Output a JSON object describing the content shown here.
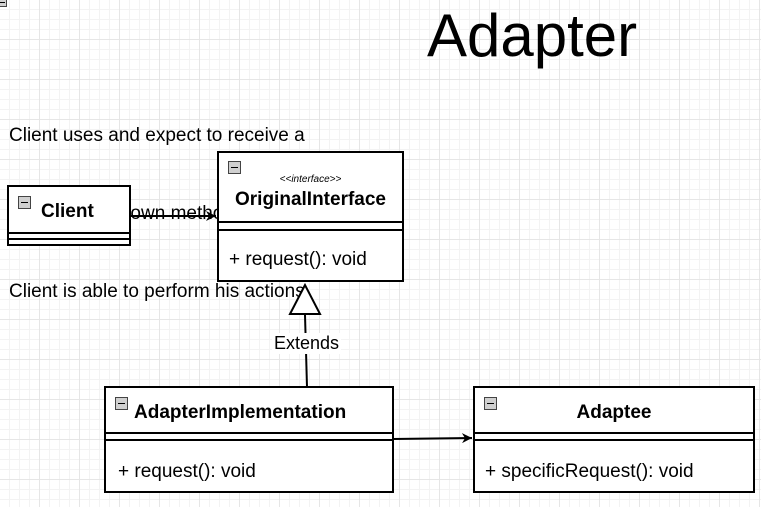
{
  "title": "Adapter",
  "note": {
    "lines": [
      "Client uses and expect to receive a",
      "Target with its own methods, so the",
      "Client is able to perform his actions"
    ]
  },
  "classes": {
    "client": {
      "name": "Client"
    },
    "original_interface": {
      "stereotype": "<<interface>>",
      "name": "OriginalInterface",
      "operations": [
        "+ request(): void"
      ]
    },
    "adapter_implementation": {
      "name": "AdapterImplementation",
      "operations": [
        "+ request(): void"
      ]
    },
    "adaptee": {
      "name": "Adaptee",
      "operations": [
        "+ specificRequest(): void"
      ]
    }
  },
  "relations": {
    "extends_label": "Extends"
  },
  "colors": {
    "line": "#000000",
    "grid": "#e6e6e6",
    "collapse_button": "#d0d0d0"
  },
  "icons": {
    "collapse": "minus-square-icon",
    "corner": "minus-square-icon"
  }
}
